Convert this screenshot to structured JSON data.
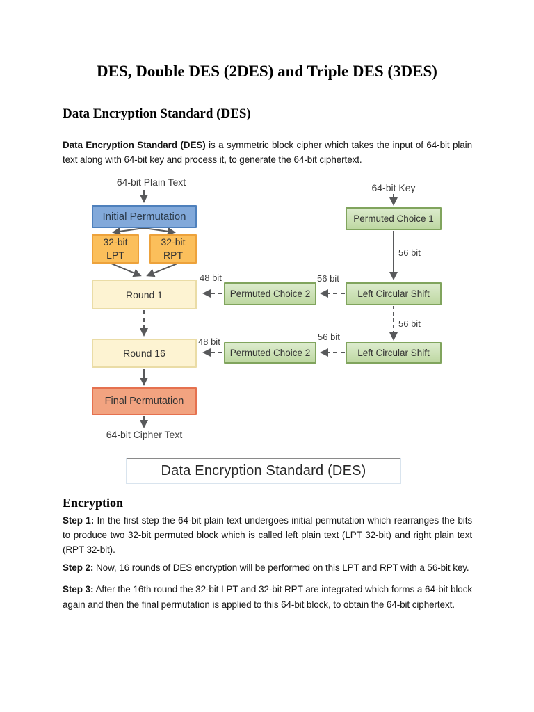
{
  "title": "DES, Double DES (2DES) and Triple DES (3DES)",
  "intro": {
    "heading": "Data Encryption Standard (DES)",
    "lead_bold": "Data Encryption Standard (DES)",
    "lead_rest": " is a symmetric block cipher which takes the input of 64-bit plain text along with 64-bit key and process it, to generate the 64-bit ciphertext."
  },
  "diagram": {
    "input_label": "64-bit Plain Text",
    "key_label": "64-bit Key",
    "initial_permutation": "Initial Permutation",
    "lpt_top": "32-bit",
    "lpt_bottom": "LPT",
    "rpt_top": "32-bit",
    "rpt_bottom": "RPT",
    "round1": "Round 1",
    "round16": "Round 16",
    "final_permutation": "Final Permutation",
    "output_label": "64-bit Cipher Text",
    "permuted_choice_1": "Permuted Choice 1",
    "permuted_choice_2": "Permuted Choice 2",
    "left_circular_shift": "Left Circular Shift",
    "bits_48": "48 bit",
    "bits_56": "56 bit",
    "caption": "Data Encryption Standard (DES)",
    "colors": {
      "box_blue_fill": "#82a9da",
      "box_blue_border": "#4e80bc",
      "box_orange_fill": "#fbbf5b",
      "box_orange_border": "#eda23b",
      "box_cream_fill": "#fdf3d2",
      "box_cream_border": "#eadca6",
      "box_green_fill": "#cde0b4",
      "box_green_border": "#80a45d",
      "box_salmon_fill": "#f2a380",
      "box_salmon_border": "#e5714f",
      "arrow": "#58595b"
    }
  },
  "encryption": {
    "heading": "Encryption",
    "steps": [
      {
        "label": "Step 1:",
        "text": " In the first step the 64-bit plain text undergoes initial permutation which rearranges the bits to produce two 32-bit permuted block which is called left plain text (LPT 32-bit) and right plain text (RPT 32-bit)."
      },
      {
        "label": "Step 2:",
        "text": " Now, 16 rounds of DES encryption will be performed on this LPT and RPT with a 56-bit key."
      },
      {
        "label": "Step 3:",
        "text": " After the 16th round the 32-bit LPT and 32-bit RPT are integrated which forms a 64-bit block again and then the final permutation is applied to this 64-bit block, to obtain the 64-bit ciphertext."
      }
    ]
  }
}
